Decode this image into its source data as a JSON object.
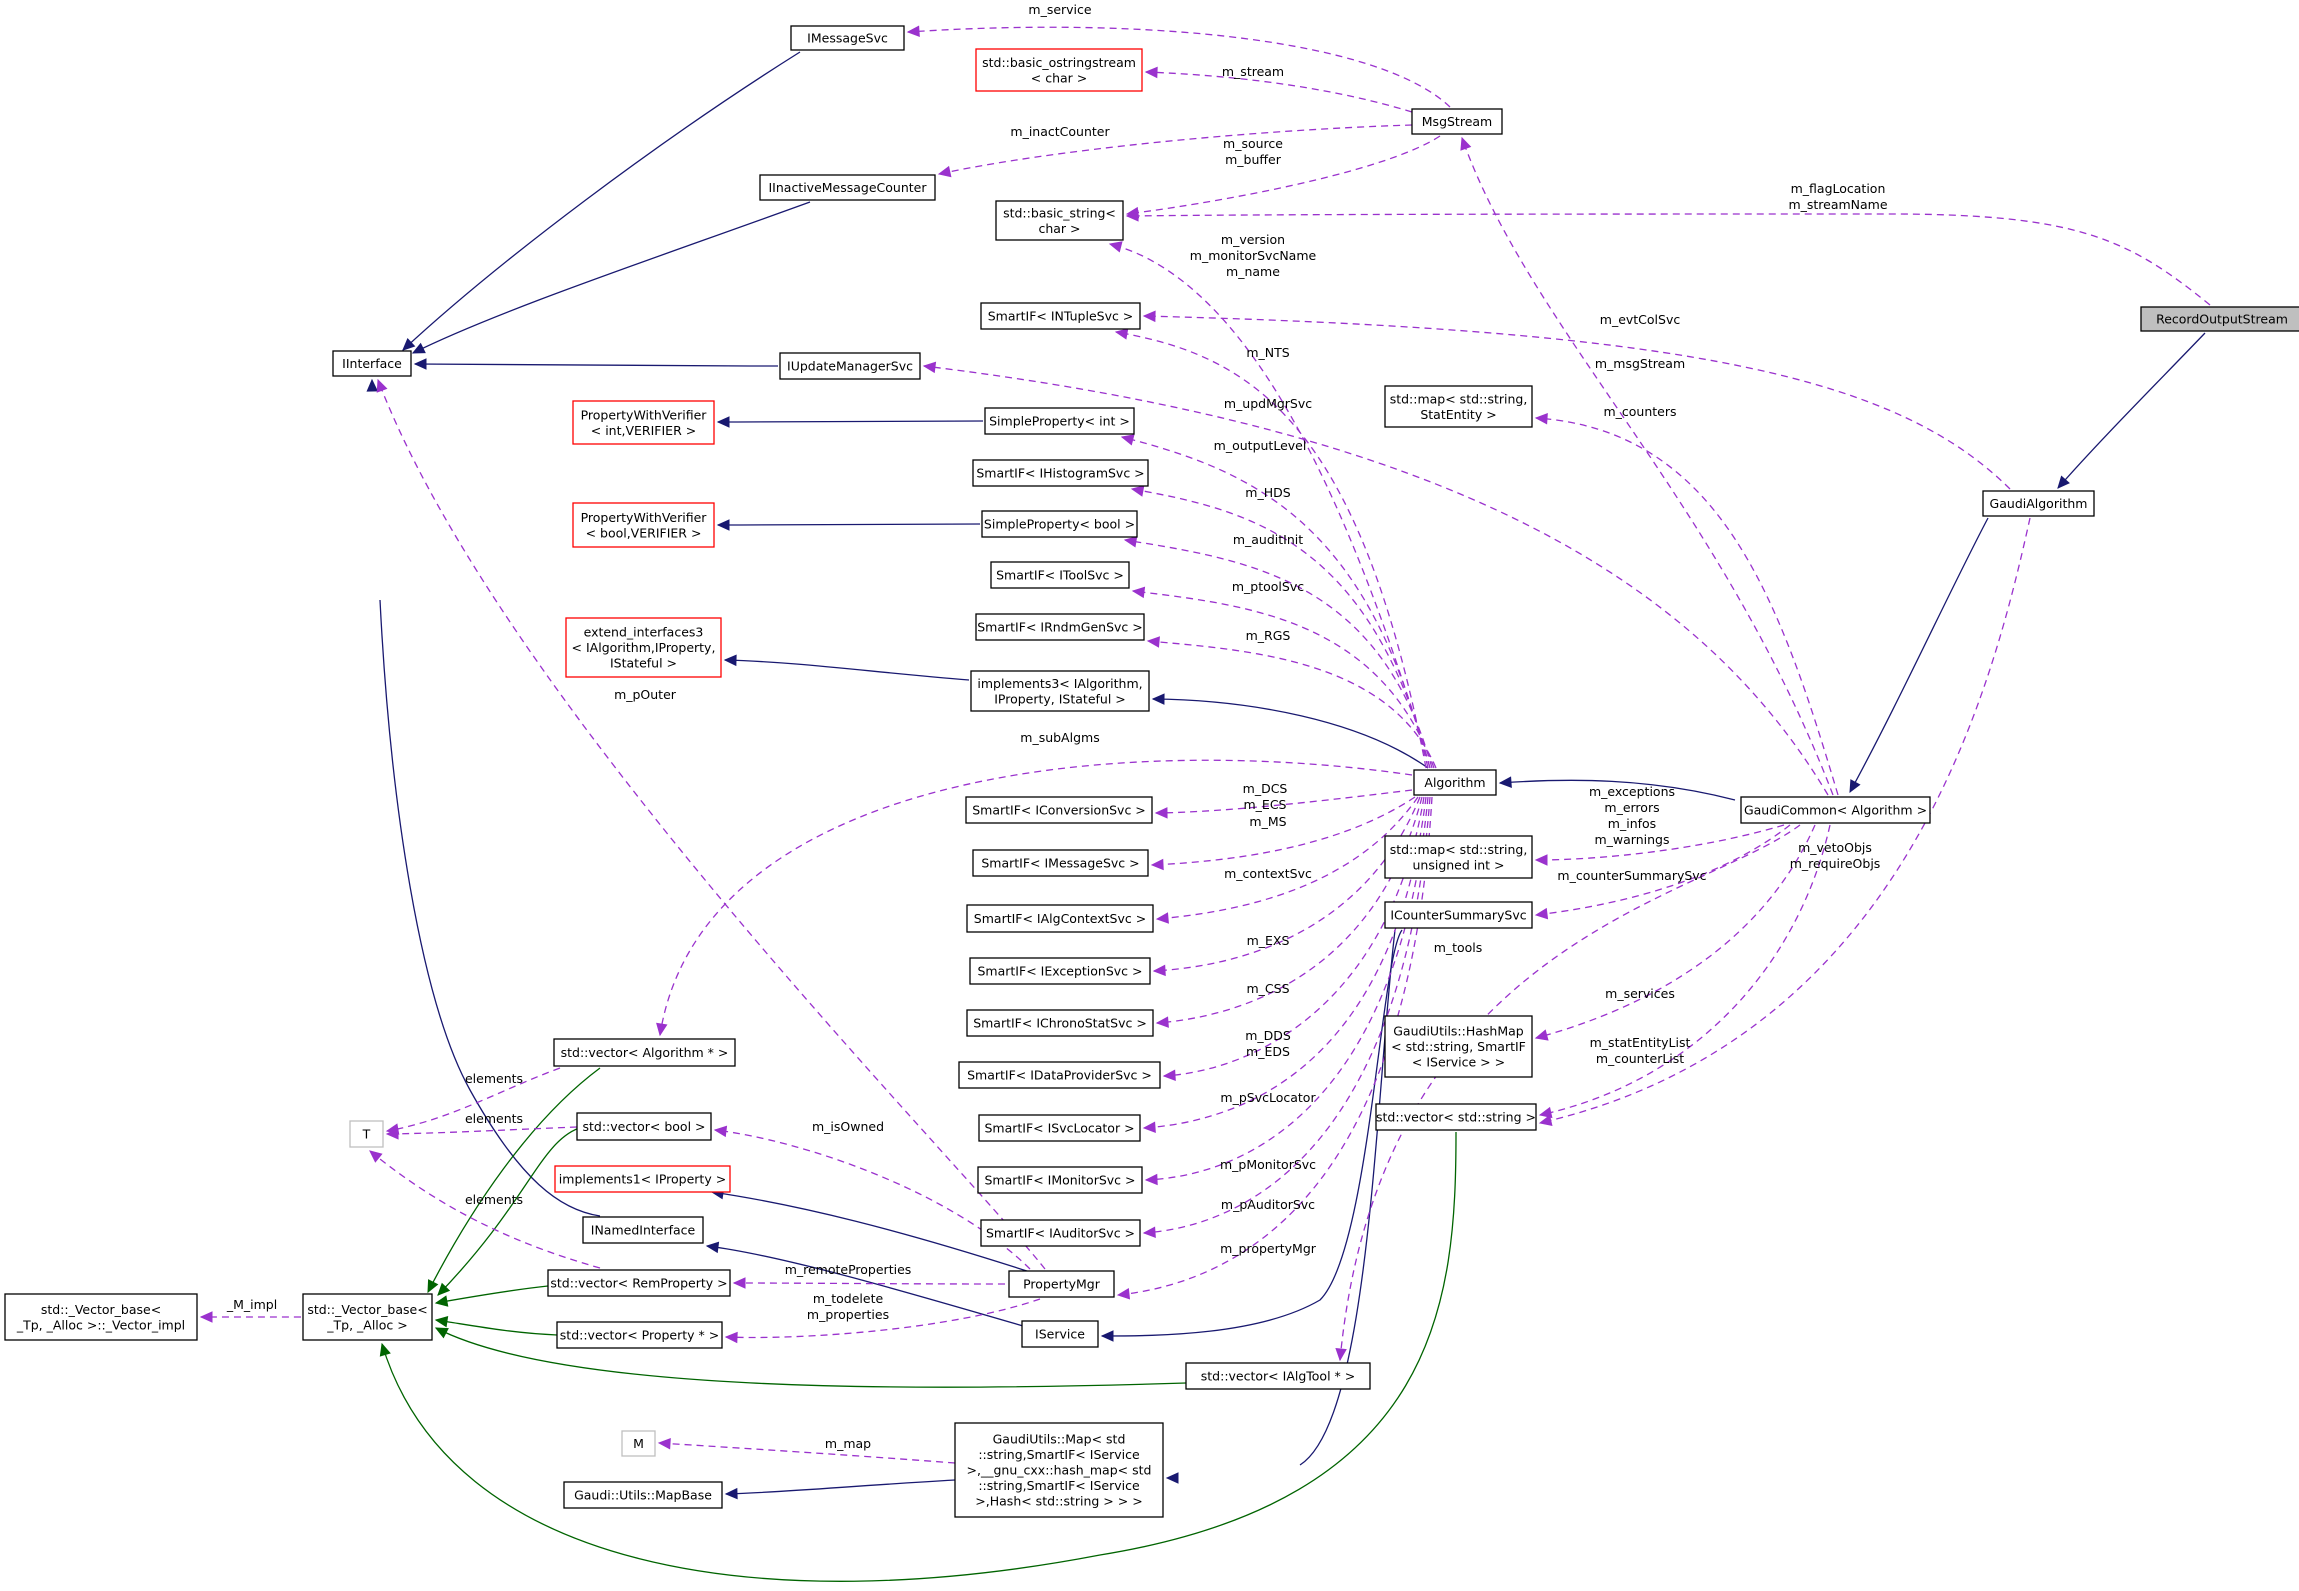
{
  "colors": {
    "node_border": "#000000",
    "template_border": "#ff0000",
    "undocumented_border": "#bfbfbf",
    "focus_fill": "#bfbfbf",
    "inheritance": "#191970",
    "private_inheritance": "#006400",
    "usage": "#9a32cd"
  },
  "nodes": [
    {
      "id": "RecordOutputStream",
      "lines": [
        "RecordOutputStream"
      ],
      "style": "focus"
    },
    {
      "id": "GaudiAlgorithm",
      "lines": [
        "GaudiAlgorithm"
      ],
      "style": "normal"
    },
    {
      "id": "GaudiCommon",
      "lines": [
        "GaudiCommon< Algorithm >"
      ],
      "style": "normal"
    },
    {
      "id": "Algorithm",
      "lines": [
        "Algorithm"
      ],
      "style": "normal"
    },
    {
      "id": "IMessageSvc",
      "lines": [
        "IMessageSvc"
      ],
      "style": "normal"
    },
    {
      "id": "ostringstream",
      "lines": [
        "std::basic_ostringstream",
        "< char >"
      ],
      "style": "template"
    },
    {
      "id": "MsgStream",
      "lines": [
        "MsgStream"
      ],
      "style": "normal"
    },
    {
      "id": "IInactiveMessageCounter",
      "lines": [
        "IInactiveMessageCounter"
      ],
      "style": "normal"
    },
    {
      "id": "basic_string",
      "lines": [
        "std::basic_string<",
        "char >"
      ],
      "style": "normal"
    },
    {
      "id": "IInterface",
      "lines": [
        "IInterface"
      ],
      "style": "normal"
    },
    {
      "id": "IUpdateManagerSvc",
      "lines": [
        "IUpdateManagerSvc"
      ],
      "style": "normal"
    },
    {
      "id": "SmartIF_INTupleSvc",
      "lines": [
        "SmartIF< INTupleSvc >"
      ],
      "style": "normal"
    },
    {
      "id": "PWV_int",
      "lines": [
        "PropertyWithVerifier",
        "< int,VERIFIER >"
      ],
      "style": "template"
    },
    {
      "id": "SimpleProperty_int",
      "lines": [
        "SimpleProperty< int >"
      ],
      "style": "normal"
    },
    {
      "id": "SmartIF_IHistogramSvc",
      "lines": [
        "SmartIF< IHistogramSvc >"
      ],
      "style": "normal"
    },
    {
      "id": "PWV_bool",
      "lines": [
        "PropertyWithVerifier",
        "< bool,VERIFIER >"
      ],
      "style": "template"
    },
    {
      "id": "SimpleProperty_bool",
      "lines": [
        "SimpleProperty< bool >"
      ],
      "style": "normal"
    },
    {
      "id": "SmartIF_IToolSvc",
      "lines": [
        "SmartIF< IToolSvc >"
      ],
      "style": "normal"
    },
    {
      "id": "SmartIF_IRndmGenSvc",
      "lines": [
        "SmartIF< IRndmGenSvc >"
      ],
      "style": "normal"
    },
    {
      "id": "extend_interfaces3",
      "lines": [
        "extend_interfaces3",
        "< IAlgorithm,IProperty,",
        "IStateful >"
      ],
      "style": "template"
    },
    {
      "id": "implements3",
      "lines": [
        "implements3< IAlgorithm,",
        "IProperty, IStateful >"
      ],
      "style": "normal"
    },
    {
      "id": "map_StatEntity",
      "lines": [
        "std::map< std::string,",
        "StatEntity >"
      ],
      "style": "normal"
    },
    {
      "id": "SmartIF_IConversionSvc",
      "lines": [
        "SmartIF< IConversionSvc >"
      ],
      "style": "normal"
    },
    {
      "id": "SmartIF_IMessageSvc",
      "lines": [
        "SmartIF< IMessageSvc >"
      ],
      "style": "normal"
    },
    {
      "id": "SmartIF_IAlgContextSvc",
      "lines": [
        "SmartIF< IAlgContextSvc >"
      ],
      "style": "normal"
    },
    {
      "id": "SmartIF_IExceptionSvc",
      "lines": [
        "SmartIF< IExceptionSvc >"
      ],
      "style": "normal"
    },
    {
      "id": "SmartIF_IChronoStatSvc",
      "lines": [
        "SmartIF< IChronoStatSvc >"
      ],
      "style": "normal"
    },
    {
      "id": "SmartIF_IDataProviderSvc",
      "lines": [
        "SmartIF< IDataProviderSvc >"
      ],
      "style": "normal"
    },
    {
      "id": "SmartIF_ISvcLocator",
      "lines": [
        "SmartIF< ISvcLocator >"
      ],
      "style": "normal"
    },
    {
      "id": "SmartIF_IMonitorSvc",
      "lines": [
        "SmartIF< IMonitorSvc >"
      ],
      "style": "normal"
    },
    {
      "id": "SmartIF_IAuditorSvc",
      "lines": [
        "SmartIF< IAuditorSvc >"
      ],
      "style": "normal"
    },
    {
      "id": "map_unsigned",
      "lines": [
        "std::map< std::string,",
        "unsigned int >"
      ],
      "style": "normal"
    },
    {
      "id": "ICounterSummarySvc",
      "lines": [
        "ICounterSummarySvc"
      ],
      "style": "normal"
    },
    {
      "id": "HashMap",
      "lines": [
        "GaudiUtils::HashMap",
        "< std::string, SmartIF",
        "< IService > >"
      ],
      "style": "normal"
    },
    {
      "id": "vector_string",
      "lines": [
        "std::vector< std::string >"
      ],
      "style": "normal"
    },
    {
      "id": "vector_Algorithm",
      "lines": [
        "std::vector< Algorithm * >"
      ],
      "style": "normal"
    },
    {
      "id": "T",
      "lines": [
        "T"
      ],
      "style": "undocumented"
    },
    {
      "id": "vector_bool",
      "lines": [
        "std::vector< bool >"
      ],
      "style": "normal"
    },
    {
      "id": "implements1",
      "lines": [
        "implements1< IProperty >"
      ],
      "style": "template"
    },
    {
      "id": "INamedInterface",
      "lines": [
        "INamedInterface"
      ],
      "style": "normal"
    },
    {
      "id": "PropertyMgr",
      "lines": [
        "PropertyMgr"
      ],
      "style": "normal"
    },
    {
      "id": "Vector_impl",
      "lines": [
        "std::_Vector_base<",
        "_Tp, _Alloc >::_Vector_impl"
      ],
      "style": "normal"
    },
    {
      "id": "Vector_base",
      "lines": [
        "std::_Vector_base<",
        "_Tp, _Alloc >"
      ],
      "style": "normal"
    },
    {
      "id": "vector_RemProperty",
      "lines": [
        "std::vector< RemProperty >"
      ],
      "style": "normal"
    },
    {
      "id": "vector_Property",
      "lines": [
        "std::vector< Property * >"
      ],
      "style": "normal"
    },
    {
      "id": "IService",
      "lines": [
        "IService"
      ],
      "style": "normal"
    },
    {
      "id": "vector_IAlgTool",
      "lines": [
        "std::vector< IAlgTool * >"
      ],
      "style": "normal"
    },
    {
      "id": "M",
      "lines": [
        "M"
      ],
      "style": "undocumented"
    },
    {
      "id": "MapBase",
      "lines": [
        "Gaudi::Utils::MapBase"
      ],
      "style": "normal"
    },
    {
      "id": "GaudiUtilsMap",
      "lines": [
        "GaudiUtils::Map< std",
        "::string,SmartIF< IService",
        ">,__gnu_cxx::hash_map< std",
        "::string,SmartIF< IService",
        ">,Hash< std::string > > >"
      ],
      "style": "normal"
    }
  ],
  "edges": [
    {
      "from": "GaudiAlgorithm",
      "to": "RecordOutputStream",
      "kind": "inheritance"
    },
    {
      "from": "GaudiCommon",
      "to": "GaudiAlgorithm",
      "kind": "inheritance"
    },
    {
      "from": "Algorithm",
      "to": "GaudiCommon",
      "kind": "inheritance"
    },
    {
      "from": "IInterface",
      "to": "IMessageSvc",
      "kind": "inheritance"
    },
    {
      "from": "IInterface",
      "to": "IInactiveMessageCounter",
      "kind": "inheritance"
    },
    {
      "from": "IInterface",
      "to": "IUpdateManagerSvc",
      "kind": "inheritance"
    },
    {
      "from": "IInterface",
      "to": "INamedInterface",
      "kind": "inheritance"
    },
    {
      "from": "PWV_int",
      "to": "SimpleProperty_int",
      "kind": "inheritance"
    },
    {
      "from": "PWV_bool",
      "to": "SimpleProperty_bool",
      "kind": "inheritance"
    },
    {
      "from": "extend_interfaces3",
      "to": "implements3",
      "kind": "inheritance"
    },
    {
      "from": "implements3",
      "to": "Algorithm",
      "kind": "inheritance"
    },
    {
      "from": "implements1",
      "to": "PropertyMgr",
      "kind": "inheritance"
    },
    {
      "from": "INamedInterface",
      "to": "IService",
      "kind": "inheritance"
    },
    {
      "from": "IService",
      "to": "ICounterSummarySvc",
      "kind": "inheritance"
    },
    {
      "from": "IService",
      "to": "GaudiUtilsMap",
      "kind": "inheritance"
    },
    {
      "from": "MapBase",
      "to": "GaudiUtilsMap",
      "kind": "inheritance"
    },
    {
      "from": "Vector_base",
      "to": "vector_Algorithm",
      "kind": "private"
    },
    {
      "from": "Vector_base",
      "to": "vector_bool",
      "kind": "private"
    },
    {
      "from": "Vector_base",
      "to": "vector_RemProperty",
      "kind": "private"
    },
    {
      "from": "Vector_base",
      "to": "vector_Property",
      "kind": "private"
    },
    {
      "from": "Vector_base",
      "to": "vector_IAlgTool",
      "kind": "private"
    },
    {
      "from": "Vector_base",
      "to": "vector_string",
      "kind": "private"
    },
    {
      "from": "IMessageSvc",
      "to": "MsgStream",
      "kind": "usage",
      "label": "m_service"
    },
    {
      "from": "ostringstream",
      "to": "MsgStream",
      "kind": "usage",
      "label": "m_stream"
    },
    {
      "from": "IInactiveMessageCounter",
      "to": "MsgStream",
      "kind": "usage",
      "label": "m_inactCounter"
    },
    {
      "from": "basic_string",
      "to": "MsgStream",
      "kind": "usage",
      "label": "m_source\nm_buffer"
    },
    {
      "from": "basic_string",
      "to": "RecordOutputStream",
      "kind": "usage",
      "label": "m_flagLocation\nm_streamName"
    },
    {
      "from": "basic_string",
      "to": "Algorithm",
      "kind": "usage",
      "label": "m_version\nm_monitorSvcName\nm_name"
    },
    {
      "from": "SmartIF_INTupleSvc",
      "to": "GaudiAlgorithm",
      "kind": "usage",
      "label": "m_evtColSvc"
    },
    {
      "from": "SmartIF_INTupleSvc",
      "to": "Algorithm",
      "kind": "usage",
      "label": "m_NTS"
    },
    {
      "from": "MsgStream",
      "to": "GaudiCommon",
      "kind": "usage",
      "label": "m_msgStream"
    },
    {
      "from": "IUpdateManagerSvc",
      "to": "GaudiCommon",
      "kind": "usage",
      "label": "m_updMgrSvc"
    },
    {
      "from": "map_StatEntity",
      "to": "GaudiCommon",
      "kind": "usage",
      "label": "m_counters"
    },
    {
      "from": "SimpleProperty_int",
      "to": "Algorithm",
      "kind": "usage",
      "label": "m_outputLevel"
    },
    {
      "from": "SmartIF_IHistogramSvc",
      "to": "Algorithm",
      "kind": "usage",
      "label": "m_HDS"
    },
    {
      "from": "SimpleProperty_bool",
      "to": "Algorithm",
      "kind": "usage",
      "label": "m_auditInit"
    },
    {
      "from": "SmartIF_IToolSvc",
      "to": "Algorithm",
      "kind": "usage",
      "label": "m_ptoolSvc"
    },
    {
      "from": "SmartIF_IRndmGenSvc",
      "to": "Algorithm",
      "kind": "usage",
      "label": "m_RGS"
    },
    {
      "from": "IInterface",
      "to": "PropertyMgr",
      "kind": "usage",
      "label": "m_pOuter"
    },
    {
      "from": "vector_Algorithm",
      "to": "Algorithm",
      "kind": "usage",
      "label": "m_subAlgms"
    },
    {
      "from": "SmartIF_IConversionSvc",
      "to": "Algorithm",
      "kind": "usage",
      "label": "m_DCS\nm_ECS"
    },
    {
      "from": "SmartIF_IMessageSvc",
      "to": "Algorithm",
      "kind": "usage",
      "label": "m_MS"
    },
    {
      "from": "SmartIF_IAlgContextSvc",
      "to": "Algorithm",
      "kind": "usage",
      "label": "m_contextSvc"
    },
    {
      "from": "SmartIF_IExceptionSvc",
      "to": "Algorithm",
      "kind": "usage",
      "label": "m_EXS"
    },
    {
      "from": "SmartIF_IChronoStatSvc",
      "to": "Algorithm",
      "kind": "usage",
      "label": "m_CSS"
    },
    {
      "from": "SmartIF_IDataProviderSvc",
      "to": "Algorithm",
      "kind": "usage",
      "label": "m_DDS\nm_EDS"
    },
    {
      "from": "SmartIF_ISvcLocator",
      "to": "Algorithm",
      "kind": "usage",
      "label": "m_pSvcLocator"
    },
    {
      "from": "SmartIF_IMonitorSvc",
      "to": "Algorithm",
      "kind": "usage",
      "label": "m_pMonitorSvc"
    },
    {
      "from": "SmartIF_IAuditorSvc",
      "to": "Algorithm",
      "kind": "usage",
      "label": "m_pAuditorSvc"
    },
    {
      "from": "PropertyMgr",
      "to": "Algorithm",
      "kind": "usage",
      "label": "m_propertyMgr"
    },
    {
      "from": "map_unsigned",
      "to": "GaudiCommon",
      "kind": "usage",
      "label": "m_exceptions\nm_errors\nm_infos\nm_warnings"
    },
    {
      "from": "ICounterSummarySvc",
      "to": "GaudiCommon",
      "kind": "usage",
      "label": "m_counterSummarySvc"
    },
    {
      "from": "vector_IAlgTool",
      "to": "GaudiCommon",
      "kind": "usage",
      "label": "m_tools"
    },
    {
      "from": "HashMap",
      "to": "GaudiCommon",
      "kind": "usage",
      "label": "m_services"
    },
    {
      "from": "vector_string",
      "to": "GaudiCommon",
      "kind": "usage",
      "label": "m_statEntityList\nm_counterList"
    },
    {
      "from": "vector_string",
      "to": "GaudiAlgorithm",
      "kind": "usage",
      "label": "m_vetoObjs\nm_requireObjs"
    },
    {
      "from": "T",
      "to": "vector_Algorithm",
      "kind": "usage",
      "label": "elements"
    },
    {
      "from": "T",
      "to": "vector_bool",
      "kind": "usage",
      "label": "elements"
    },
    {
      "from": "T",
      "to": "vector_RemProperty",
      "kind": "usage",
      "label": "elements"
    },
    {
      "from": "vector_bool",
      "to": "PropertyMgr",
      "kind": "usage",
      "label": "m_isOwned"
    },
    {
      "from": "vector_RemProperty",
      "to": "PropertyMgr",
      "kind": "usage",
      "label": "m_remoteProperties"
    },
    {
      "from": "vector_Property",
      "to": "PropertyMgr",
      "kind": "usage",
      "label": "m_todelete\nm_properties"
    },
    {
      "from": "Vector_impl",
      "to": "Vector_base",
      "kind": "usage",
      "label": "_M_impl"
    },
    {
      "from": "M",
      "to": "GaudiUtilsMap",
      "kind": "usage",
      "label": "m_map"
    }
  ]
}
